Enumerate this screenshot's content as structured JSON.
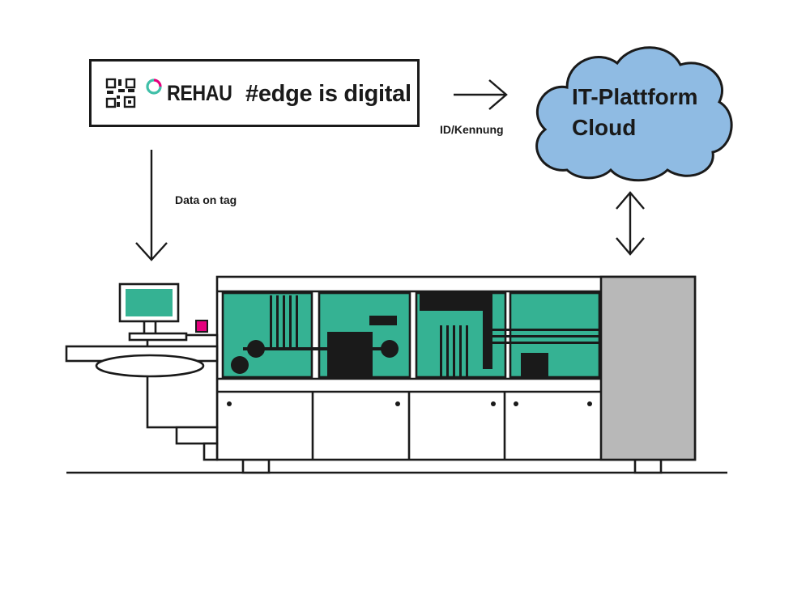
{
  "tag": {
    "brand": "REHAU",
    "slogan": "#edge is digital",
    "icons": {
      "qr": "qr-code-icon",
      "logo": "rehau-ring-logo"
    }
  },
  "arrows": {
    "right_label": "ID/Kennung",
    "down_label": "Data on tag",
    "bidirectional": "up-down-arrow"
  },
  "cloud": {
    "line1": "IT-Plattform",
    "line2": "Cloud",
    "color": "#8fbbe3"
  },
  "machine": {
    "accent_color": "#35b293",
    "panel_color": "#b8b8b8",
    "stroke_color": "#1a1a1a",
    "logo_colors": [
      "#e5007d",
      "#3fbfa8"
    ]
  }
}
